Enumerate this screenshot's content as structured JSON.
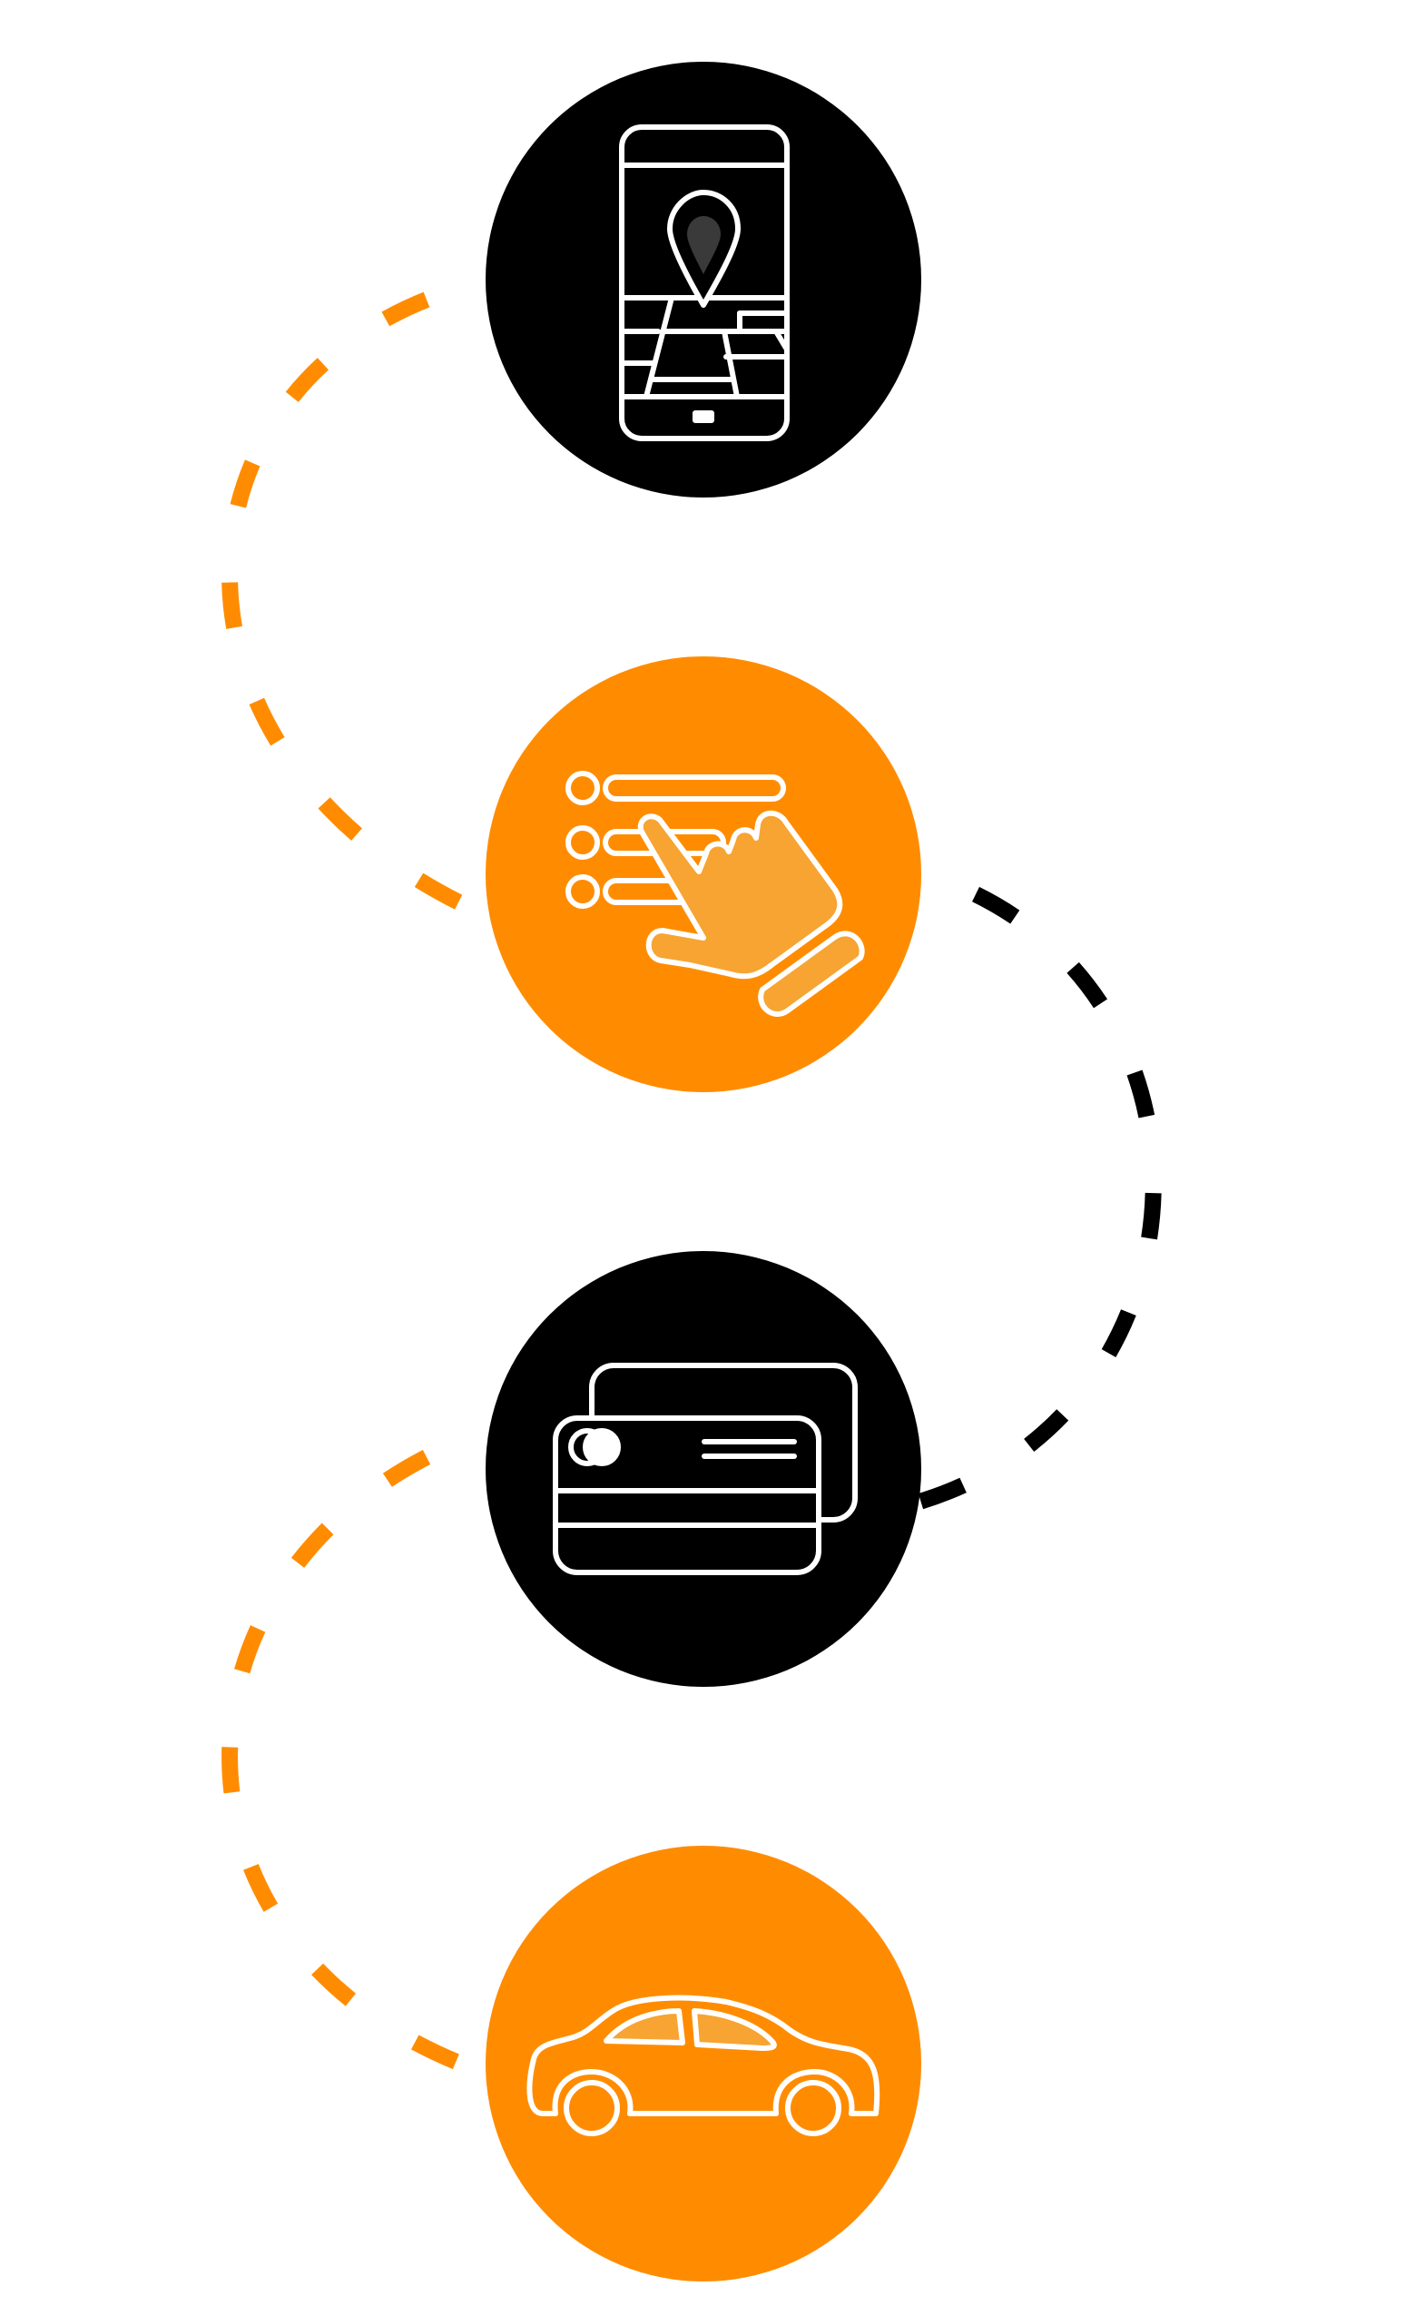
{
  "colors": {
    "background": "#ffffff",
    "black": "#000000",
    "orange": "#ff8c00",
    "orange_fill": "#f7a432",
    "outline": "#ffffff",
    "pin_inner": "#3a3a3a"
  },
  "steps": [
    {
      "icon": "phone-map-pin-icon",
      "circle_color": "black"
    },
    {
      "icon": "hand-selecting-option-icon",
      "circle_color": "orange"
    },
    {
      "icon": "credit-cards-icon",
      "circle_color": "black"
    },
    {
      "icon": "car-icon",
      "circle_color": "orange"
    }
  ],
  "connectors": [
    {
      "from_step": 1,
      "to_step": 2,
      "side": "left",
      "color": "orange",
      "style": "dashed"
    },
    {
      "from_step": 2,
      "to_step": 3,
      "side": "right",
      "color": "black",
      "style": "dashed"
    },
    {
      "from_step": 3,
      "to_step": 4,
      "side": "left",
      "color": "orange",
      "style": "dashed"
    }
  ]
}
